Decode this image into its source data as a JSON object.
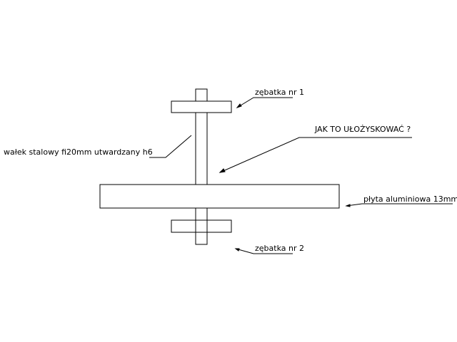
{
  "drawing": {
    "labels": {
      "gear1": "zębatka nr 1",
      "gear2": "zębatka nr 2",
      "shaft": "wałek stalowy fi20mm utwardzany h6",
      "question": "JAK TO UŁOŻYSKOWAĆ ?",
      "plate": "płyta aluminiowa 13mm"
    },
    "colors": {
      "background": "#ffffff",
      "line": "#000000"
    }
  }
}
